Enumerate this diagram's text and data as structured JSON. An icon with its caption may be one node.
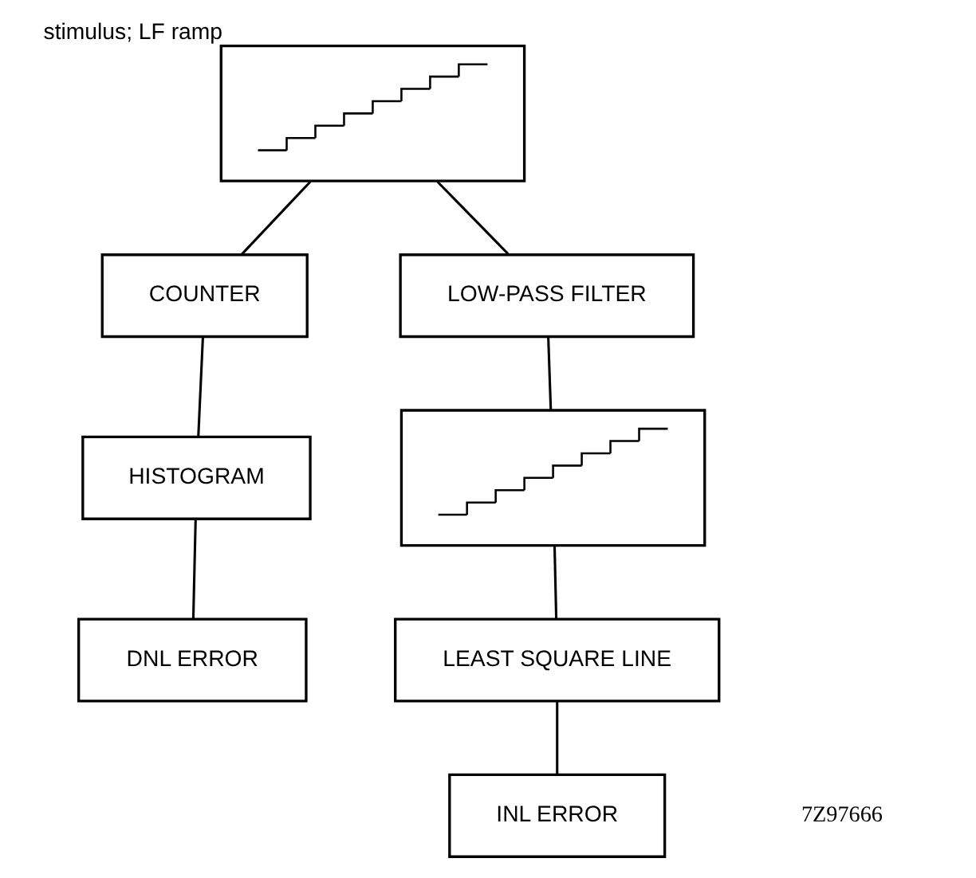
{
  "diagram": {
    "nodes": [
      {
        "text": [],
        "shape": "picture",
        "beside": [
          "stimulus; LF ramp"
        ]
      },
      {
        "text": [
          "COUNTER"
        ]
      },
      {
        "text": [
          "LOW-PASS FILTER"
        ]
      },
      {
        "text": [
          "HISTOGRAM"
        ]
      },
      {
        "text": [],
        "shape": "picture"
      },
      {
        "text": [
          "LEAST SQUARE LINE"
        ]
      },
      {
        "text": [
          "DNL ERROR"
        ]
      },
      {
        "text": [
          "INL ERROR"
        ]
      }
    ],
    "edges": [
      {
        "from": 0,
        "to": 1,
        "arrow": "none"
      },
      {
        "from": 0,
        "to": 2,
        "arrow": "none"
      },
      {
        "from": 1,
        "to": 3,
        "arrow": "none"
      },
      {
        "from": 3,
        "to": 6,
        "arrow": "none"
      },
      {
        "from": 2,
        "to": 4,
        "arrow": "none"
      },
      {
        "from": 4,
        "to": 5,
        "arrow": "none"
      },
      {
        "from": 5,
        "to": 7,
        "arrow": "none"
      }
    ],
    "labels": [
      "7Z97666"
    ]
  }
}
